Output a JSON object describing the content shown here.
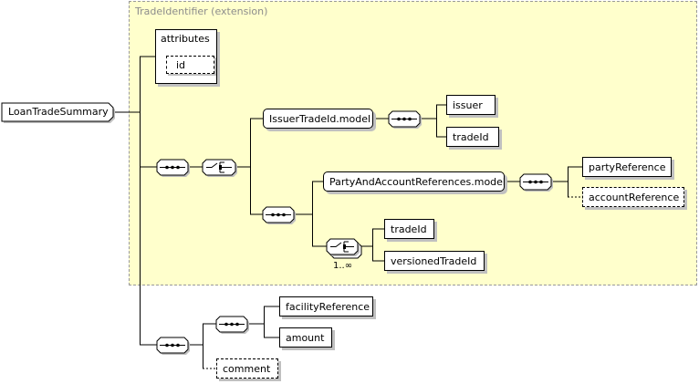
{
  "extension": {
    "title": "TradeIdentifier (extension)"
  },
  "root": {
    "label": "LoanTradeSummary"
  },
  "attributes": {
    "label": "attributes",
    "id_label": "id"
  },
  "groups": {
    "issuer_model": "IssuerTradeId.model",
    "party_model": "PartyAndAccountReferences.model"
  },
  "elements": {
    "issuer": "issuer",
    "tradeId_issuer": "tradeId",
    "partyReference": "partyReference",
    "accountReference": "accountReference",
    "tradeId_choice": "tradeId",
    "versionedTradeId": "versionedTradeId",
    "facilityReference": "facilityReference",
    "amount": "amount",
    "comment": "comment"
  },
  "occurrence": {
    "choice_range": "1..∞"
  },
  "colors": {
    "extension_bg": "#ffffcc",
    "extension_border": "#999999",
    "shadow": "#c0c0c0"
  }
}
